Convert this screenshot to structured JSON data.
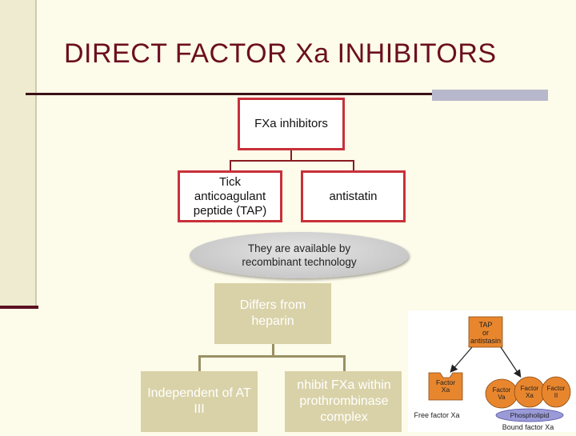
{
  "title": "DIRECT FACTOR Xa INHIBITORS",
  "nodes": {
    "root": "FXa inhibitors",
    "tap": "Tick anticoagulant peptide (TAP)",
    "antistatin": "antistatin",
    "available": "They are available by recombinant technology",
    "differs": "Differs from heparin",
    "independent": "Independent of AT III",
    "inhibit": "nhibit FXa within prothrombinase complex"
  },
  "figure": {
    "tap_box": "TAP or antistasin",
    "free_factor_xa_box": "Factor Xa",
    "free_factor_xa_caption": "Free factor Xa",
    "factor_va": "Factor Va",
    "factor_xa": "Factor Xa",
    "factor_ii": "Factor II",
    "phospholipid": "Phospholipid",
    "bound_factor_xa_caption": "Bound factor Xa"
  },
  "colors": {
    "title": "#6b0f1f",
    "box_border": "#c8303a",
    "tan_box": "#d9d2a8",
    "factor_orange": "#e8862e",
    "phospholipid": "#9a9ad8"
  }
}
